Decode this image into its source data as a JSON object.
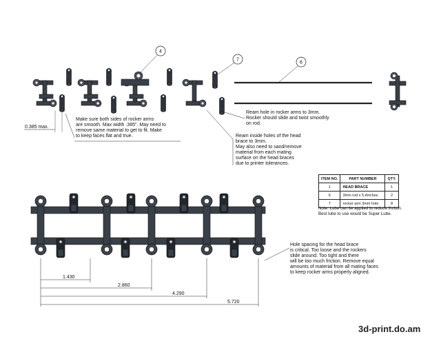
{
  "balloons": [
    {
      "id": "balloon-4",
      "label": "4"
    },
    {
      "id": "balloon-7",
      "label": "7"
    },
    {
      "id": "balloon-6",
      "label": "6"
    }
  ],
  "dimensions": {
    "thickness": "0.385 max.",
    "d1": "1.430",
    "d2": "2.860",
    "d3": "4.290",
    "d4": "5.720"
  },
  "notes": {
    "sides": "Make sure both sides of rocker arms\nare smooth.  Max width .385\".  May need to\nremove same material to get to fit.  Make\nto keep faces flat and true.",
    "ream_rocker": "Ream hole in rocker arms to 3mm.\nRocker should slide and twist smoothly\non rod.",
    "ream_brace": "Ream inside holes of the head\nbrace to 3mm.\nMay also need to sand/remove\nmaterial from each mating\nsurface on the head braces\ndue to printer tolerances.",
    "spacing": "Hole spacing for the head brace\nis critical.  Too loose and the rockers\n slide around.  Too tight and there\nwill be too much friction.  Remove equal\namounts of material from all mating faces\nto keep rocker arms properly aligned.",
    "lube": "Note:  Lube can be applied to reduce friction.\nBest lube to use would be Super Lube."
  },
  "bom": {
    "headers": [
      "ITEM NO.",
      "PART NUMBER",
      "QTY."
    ],
    "rows": [
      {
        "item": "1",
        "part": "HEAD BRACE",
        "qty": "1"
      },
      {
        "item": "6",
        "part": "3mm rod x 5.4inches",
        "qty": "2"
      },
      {
        "item": "7",
        "part": "rocker arm 3mm hole",
        "qty": "8"
      }
    ]
  },
  "watermark": "3d-print.do.am"
}
